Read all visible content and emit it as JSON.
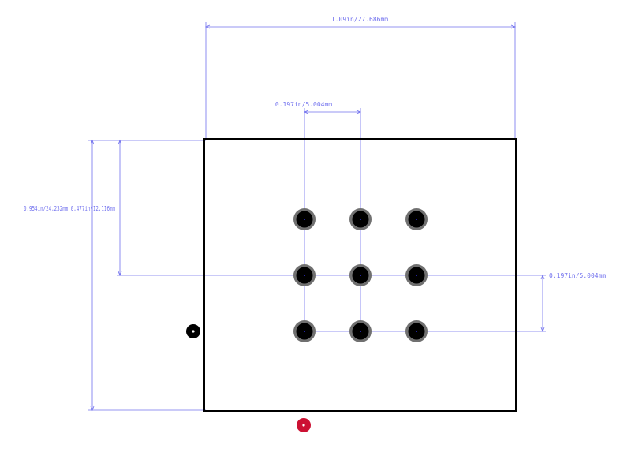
{
  "colors": {
    "background": "#ffffff",
    "outline": "#000000",
    "dimension": "#7070ee",
    "pad_ring": "#707070",
    "pad_hole": "#000000",
    "pad_center": "#3030d0",
    "marker_black": "#000000",
    "marker_red": "#cc1133"
  },
  "dimensions": {
    "top_width": "1.09in/27.686mm",
    "pitch_horizontal": "0.197in/5.004mm",
    "left_overlap": "0.954in/24.232mm 0.477in/12.116mm",
    "pitch_vertical": "0.197in/5.004mm"
  },
  "pads": {
    "count": 9,
    "rows": 3,
    "columns": 3
  },
  "markers": [
    {
      "name": "left-reference-marker",
      "color": "marker_black"
    },
    {
      "name": "bottom-reference-marker",
      "color": "marker_red"
    }
  ]
}
